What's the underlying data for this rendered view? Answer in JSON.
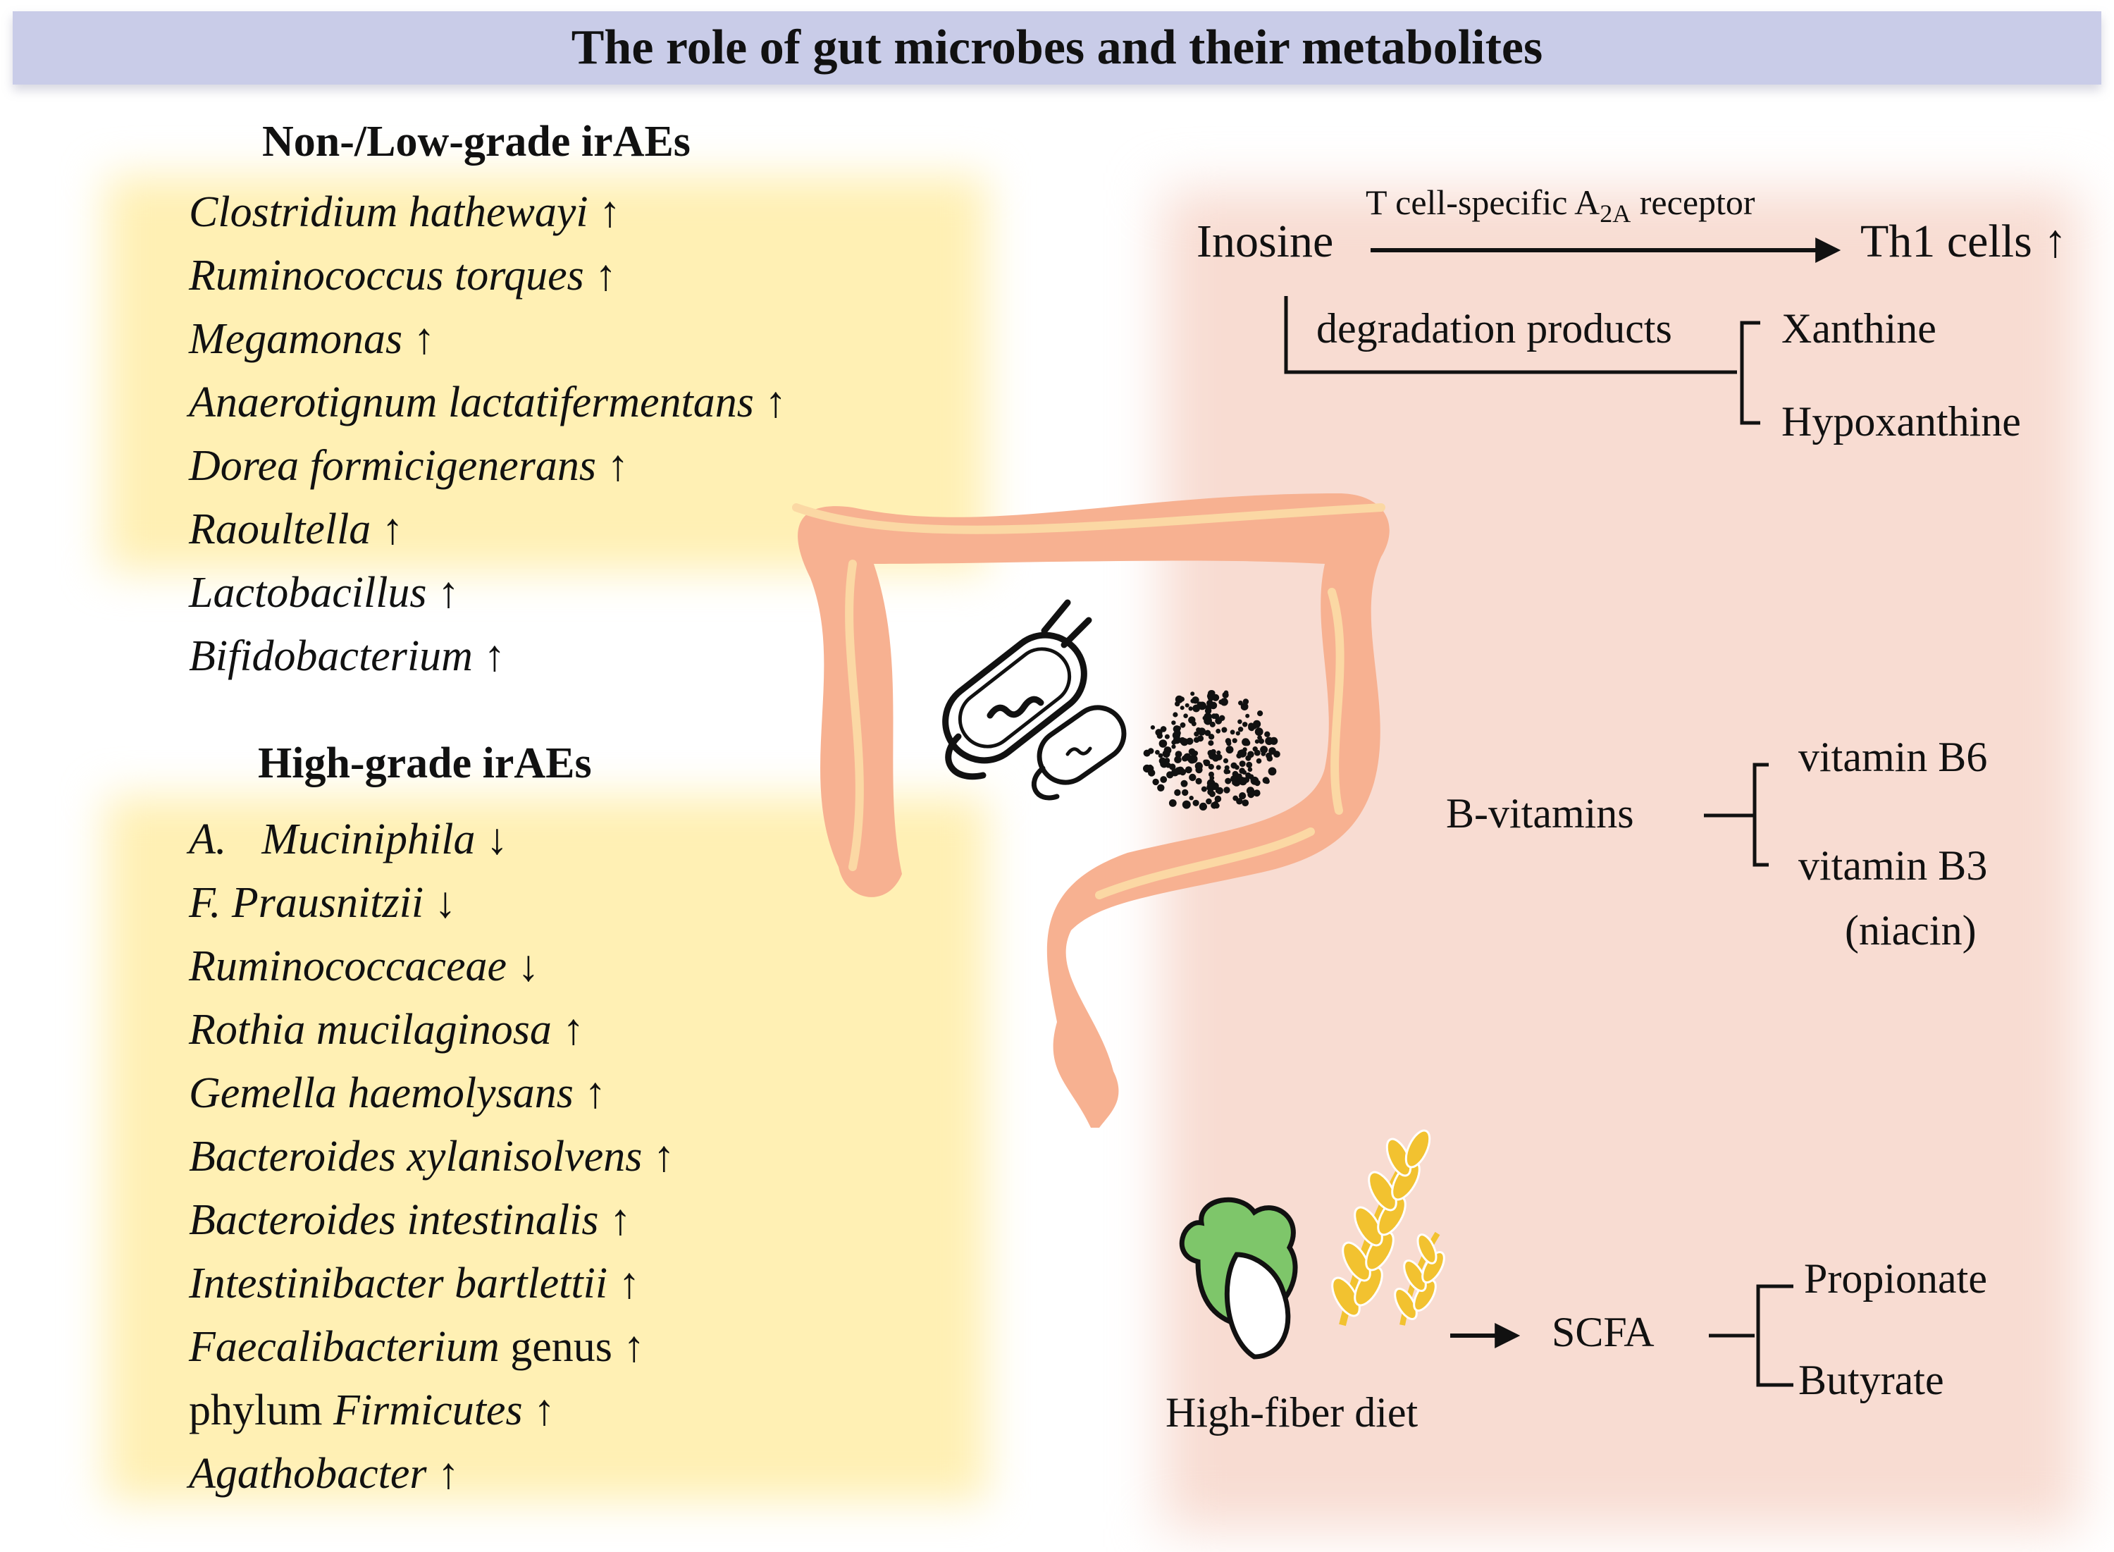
{
  "title": "The role of gut microbes and their metabolites",
  "left_panel": {
    "low_grade": {
      "heading": "Non-/Low-grade irAEs",
      "items": [
        {
          "pre": "",
          "name": "Clostridium hathewayi",
          "post": "",
          "arrow": "↑"
        },
        {
          "pre": "",
          "name": "Ruminococcus torques",
          "post": "",
          "arrow": "↑"
        },
        {
          "pre": "",
          "name": "Megamonas",
          "post": "",
          "arrow": "↑"
        },
        {
          "pre": "",
          "name": "Anaerotignum lactatifermentans",
          "post": "",
          "arrow": "↑"
        },
        {
          "pre": "",
          "name": "Dorea formicigenerans",
          "post": "",
          "arrow": "↑"
        },
        {
          "pre": "",
          "name": "Raoultella",
          "post": "",
          "arrow": "↑"
        },
        {
          "pre": "",
          "name": "Lactobacillus",
          "post": "",
          "arrow": "↑"
        },
        {
          "pre": "",
          "name": "Bifidobacterium",
          "post": "",
          "arrow": "↑"
        }
      ]
    },
    "high_grade": {
      "heading": "High-grade irAEs",
      "items": [
        {
          "pre": "",
          "name": "A.",
          "name2": "Muciniphila",
          "post": "",
          "arrow": "↓"
        },
        {
          "pre": "",
          "name": "F. Prausnitzii",
          "post": "",
          "arrow": "↓"
        },
        {
          "pre": "",
          "name": "Ruminococcaceae",
          "post": "",
          "arrow": "↓"
        },
        {
          "pre": "",
          "name": "Rothia mucilaginosa",
          "post": "",
          "arrow": "↑"
        },
        {
          "pre": "",
          "name": "Gemella haemolysans",
          "post": "",
          "arrow": "↑"
        },
        {
          "pre": "",
          "name": "Bacteroides xylanisolvens",
          "post": "",
          "arrow": "↑"
        },
        {
          "pre": "",
          "name": "Bacteroides intestinalis",
          "post": "",
          "arrow": "↑"
        },
        {
          "pre": "",
          "name": "Intestinibacter bartlettii",
          "post": "",
          "arrow": "↑"
        },
        {
          "pre": "",
          "name": "Faecalibacterium",
          "post": " genus",
          "arrow": "↑"
        },
        {
          "pre": "phylum ",
          "name": "Firmicutes",
          "post": "",
          "arrow": "↑"
        },
        {
          "pre": "",
          "name": "Agathobacter",
          "post": "",
          "arrow": "↑"
        }
      ]
    }
  },
  "inosine_pathway": {
    "source": "Inosine",
    "arrow_label_main": "T cell-specific A",
    "arrow_label_sub": "2A",
    "arrow_label_end": " receptor",
    "target": "Th1 cells ↑",
    "branch_label": "degradation products",
    "products": [
      "Xanthine",
      "Hypoxanthine"
    ]
  },
  "vitamins": {
    "label": "B-vitamins",
    "items": [
      "vitamin B6",
      "vitamin B3",
      "(niacin)"
    ]
  },
  "fiber": {
    "diet_label": "High-fiber diet",
    "product": "SCFA",
    "items": [
      "Propionate",
      "Butyrate"
    ]
  },
  "colors": {
    "title_band": "#c9cce8",
    "low_high_glow": "#fff0b4",
    "right_glow": "#f8dcd2",
    "colon": "#f7b191",
    "colon_line": "#fbd8a4",
    "lettuce": "#7ec66a",
    "wheat": "#f2c230"
  },
  "icons": [
    "colon-icon",
    "bacteria-icon",
    "metabolite-dots-icon",
    "lettuce-icon",
    "wheat-icon"
  ]
}
